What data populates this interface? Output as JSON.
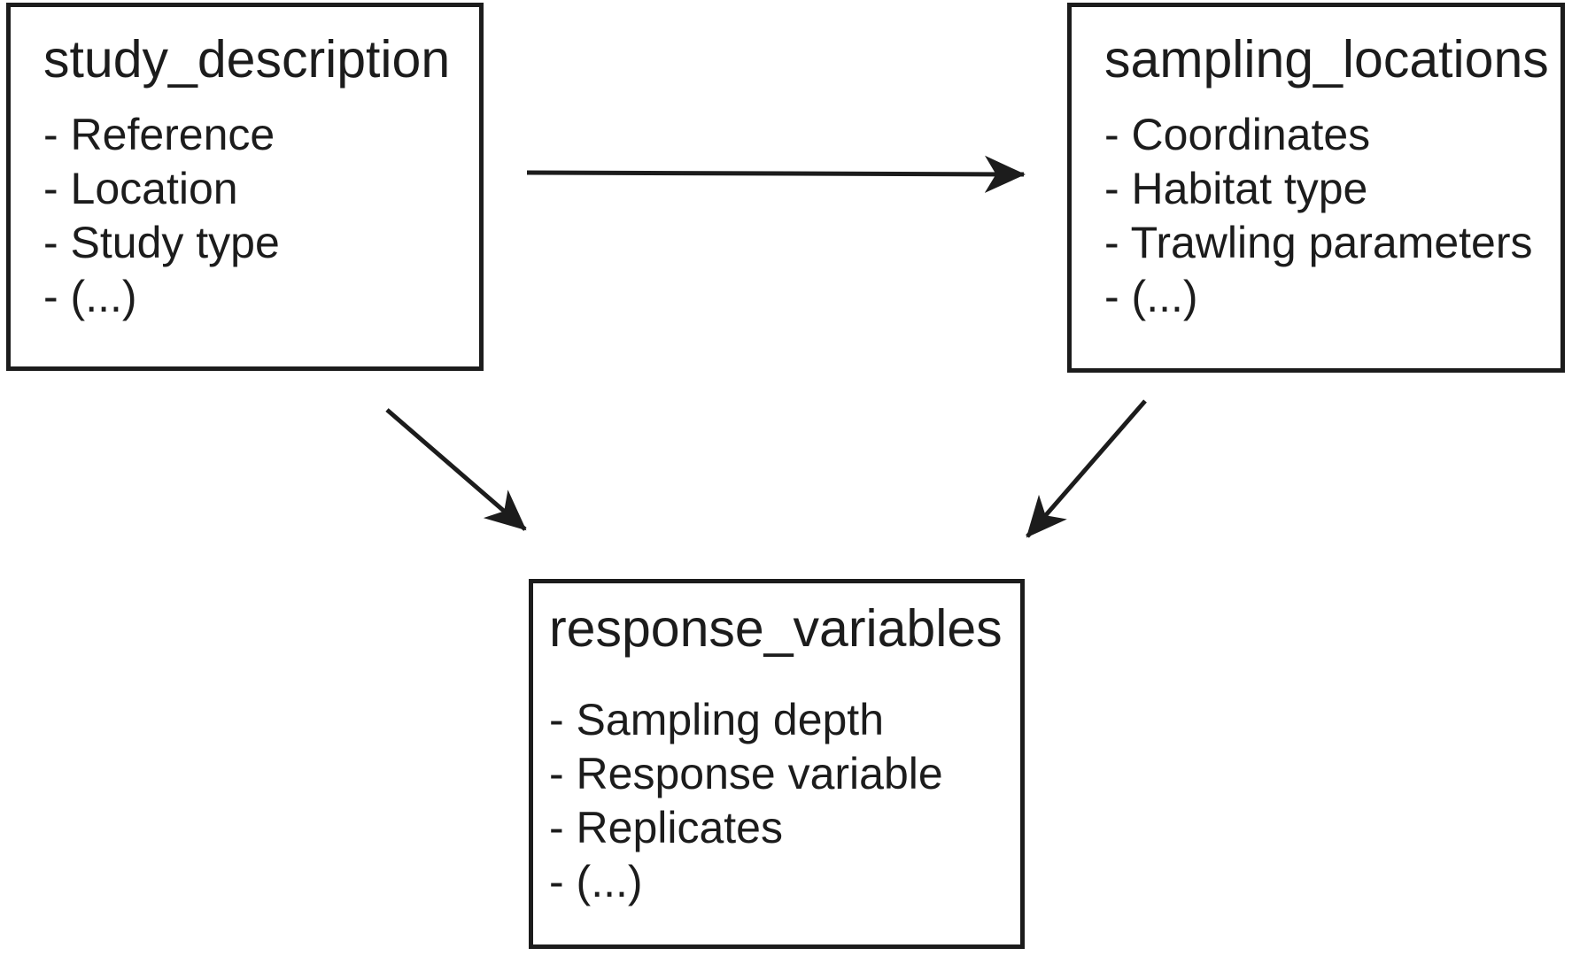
{
  "diagram": {
    "type": "entity-relationship-schema",
    "colors": {
      "background": "#ffffff",
      "box_border": "#1c1c1c",
      "text": "#1c1c1c",
      "arrow": "#1c1c1c"
    },
    "boxes": [
      {
        "id": "study_description",
        "title": "study_description",
        "items": [
          "- Reference",
          "- Location",
          "- Study type",
          "- (...)"
        ]
      },
      {
        "id": "sampling_locations",
        "title": "sampling_locations",
        "items": [
          "- Coordinates",
          "- Habitat type",
          "- Trawling parameters",
          "- (...)"
        ]
      },
      {
        "id": "response_variables",
        "title": "response_variables",
        "items": [
          "- Sampling depth",
          "- Response variable",
          "- Replicates",
          "- (...)"
        ]
      }
    ],
    "connections": [
      {
        "from": "study_description",
        "to": "sampling_locations"
      },
      {
        "from": "study_description",
        "to": "response_variables"
      },
      {
        "from": "sampling_locations",
        "to": "response_variables"
      }
    ]
  }
}
